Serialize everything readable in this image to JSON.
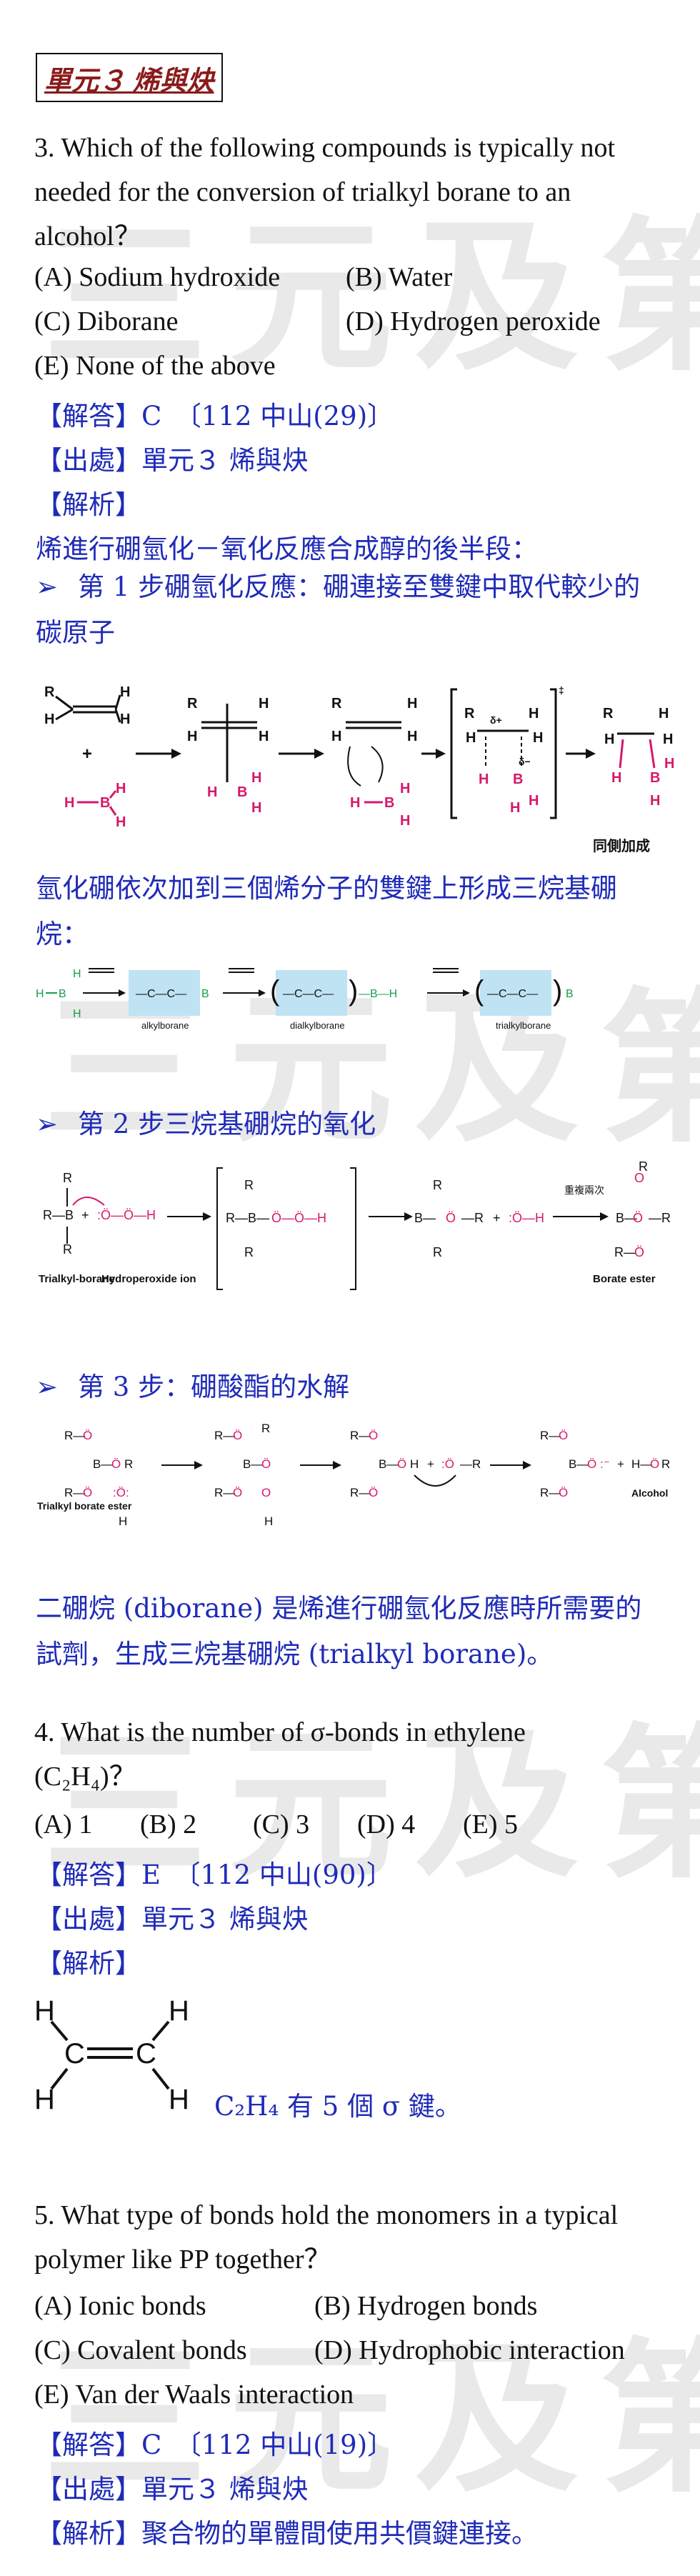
{
  "watermark": "三元及第",
  "unit_title": "單元３ 烯與炔",
  "q3": {
    "text": "3. Which of the following compounds is typically not needed for the conversion of trialkyl borane to an alcohol？",
    "options": [
      "(A) Sodium hydroxide",
      "(B) Water",
      "(C) Diborane",
      "(D) Hydrogen peroxide",
      "(E) None of the above"
    ],
    "answer": "【解答】C　〔112 中山(29)〕",
    "source": "【出處】單元３ 烯與炔",
    "analysis_label": "【解析】",
    "intro": "烯進行硼氫化－氧化反應合成醇的後半段：",
    "step1": "第 1 步硼氫化反應：硼連接至雙鍵中取代較少的碳原子",
    "scheme1_caption": "同側加成",
    "step1b": "氫化硼依次加到三個烯分子的雙鍵上形成三烷基硼烷：",
    "scheme2_labels": [
      "alkylborane",
      "dialkylborane",
      "trialkylborane"
    ],
    "step2": "第 2 步三烷基硼烷的氧化",
    "scheme3_labels": [
      "Trialkyl-borane",
      "Hydroperoxide ion",
      "重複兩次",
      "Borate ester"
    ],
    "step3": "第 3 步：硼酸酯的水解",
    "scheme4_labels": [
      "Trialkyl borate ester",
      "Alcohol"
    ],
    "conclusion": "二硼烷 (diborane) 是烯進行硼氫化反應時所需要的試劑，生成三烷基硼烷 (trialkyl borane)。"
  },
  "q4": {
    "text": "4. What is the number of σ-bonds in ethylene (C₂H₄)？",
    "options": [
      "(A) 1",
      "(B) 2",
      "(C) 3",
      "(D) 4",
      "(E) 5"
    ],
    "answer": "【解答】E　〔112 中山(90)〕",
    "source": "【出處】單元３ 烯與炔",
    "analysis_label": "【解析】",
    "note": "C₂H₄ 有 5 個 σ 鍵。"
  },
  "q5": {
    "text": "5. What type of bonds hold the monomers in a typical polymer like PP together？",
    "options": [
      "(A) Ionic bonds",
      "(B) Hydrogen bonds",
      "(C) Covalent bonds",
      "(D) Hydrophobic interaction",
      "(E) Van der Waals interaction"
    ],
    "answer": "【解答】C　〔112 中山(19)〕",
    "source": "【出處】單元３ 烯與炔",
    "analysis": "【解析】聚合物的單體間使用共價鍵連接。"
  }
}
